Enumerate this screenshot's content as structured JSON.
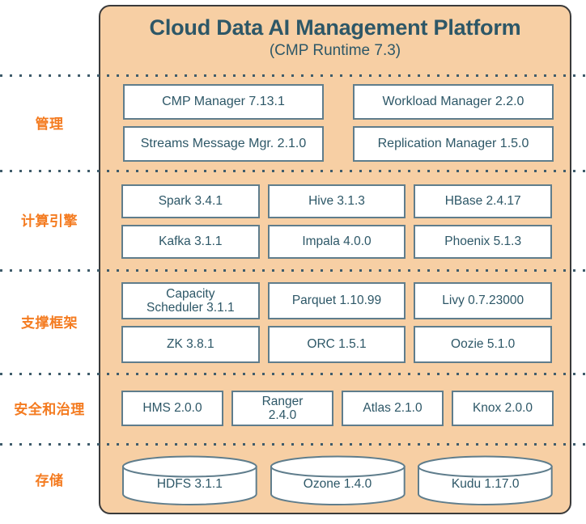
{
  "header": {
    "title": "Cloud Data AI Management Platform",
    "subtitle": "(CMP Runtime 7.3)"
  },
  "colors": {
    "panel_background": "#f7cfa4",
    "panel_border": "#3a3a3a",
    "box_border": "#5f7d8c",
    "box_background": "#ffffff",
    "text_blue": "#2d5767",
    "label_orange": "#f47b20",
    "separator": "#3f5c6b"
  },
  "layers": [
    {
      "label": "管理",
      "columns": [
        {
          "boxes": [
            "CMP Manager 7.13.1",
            "Streams Message Mgr. 2.1.0"
          ]
        },
        {
          "boxes": [
            "Workload Manager 2.2.0",
            "Replication Manager 1.5.0"
          ]
        }
      ]
    },
    {
      "label": "计算引擎",
      "columns": [
        {
          "boxes": [
            "Spark 3.4.1",
            "Kafka 3.1.1"
          ]
        },
        {
          "boxes": [
            "Hive 3.1.3",
            "Impala 4.0.0"
          ]
        },
        {
          "boxes": [
            "HBase 2.4.17",
            "Phoenix 5.1.3"
          ]
        }
      ]
    },
    {
      "label": "支撑框架",
      "columns": [
        {
          "boxes": [
            "Capacity\nScheduler 3.1.1",
            "ZK 3.8.1"
          ]
        },
        {
          "boxes": [
            "Parquet 1.10.99",
            "ORC 1.5.1"
          ]
        },
        {
          "boxes": [
            "Livy 0.7.23000",
            "Oozie 5.1.0"
          ]
        }
      ]
    },
    {
      "label": "安全和治理",
      "columns": [
        {
          "boxes": [
            "HMS 2.0.0"
          ]
        },
        {
          "boxes": [
            "Ranger\n2.4.0"
          ]
        },
        {
          "boxes": [
            "Atlas 2.1.0"
          ]
        },
        {
          "boxes": [
            "Knox 2.0.0"
          ]
        }
      ]
    },
    {
      "label": "存储",
      "cylinders": [
        "HDFS 3.1.1",
        "Ozone 1.4.0",
        "Kudu 1.17.0"
      ]
    }
  ]
}
